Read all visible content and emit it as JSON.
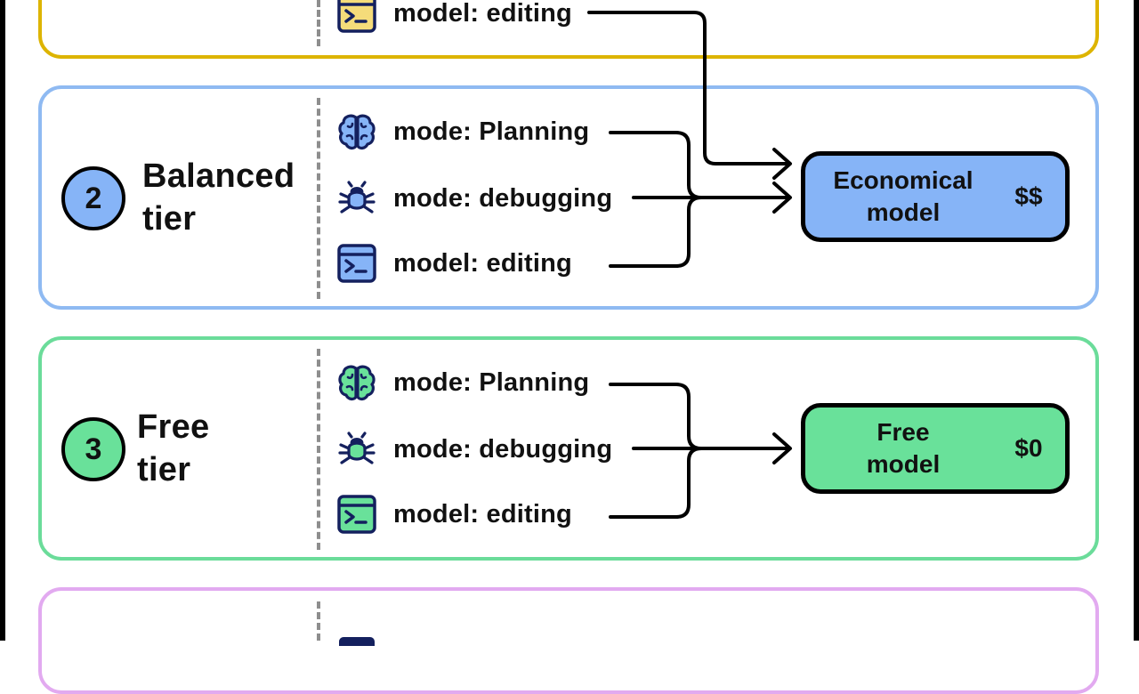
{
  "colors": {
    "gold": "#ddb400",
    "gold_fill": "#f5dc7a",
    "blue": "#8fbaf2",
    "blue_fill": "#86b4f7",
    "green": "#6bdc9a",
    "green_fill": "#69e19a",
    "purple": "#e2aaf0",
    "icon_outline": "#14205e"
  },
  "top_tier": {
    "modes": [
      {
        "icon": "terminal-icon",
        "label": "model: editing"
      }
    ]
  },
  "tiers": [
    {
      "number": "2",
      "name": "Balanced\ntier",
      "modes": [
        {
          "icon": "brain-icon",
          "label": "mode: Planning"
        },
        {
          "icon": "bug-icon",
          "label": "mode: debugging"
        },
        {
          "icon": "terminal-icon",
          "label": "model: editing"
        }
      ],
      "model": {
        "name": "Economical\nmodel",
        "cost": "$$"
      }
    },
    {
      "number": "3",
      "name": "Free\ntier",
      "modes": [
        {
          "icon": "brain-icon",
          "label": "mode: Planning"
        },
        {
          "icon": "bug-icon",
          "label": "mode: debugging"
        },
        {
          "icon": "terminal-icon",
          "label": "model: editing"
        }
      ],
      "model": {
        "name": "Free\nmodel",
        "cost": "$0"
      }
    }
  ]
}
